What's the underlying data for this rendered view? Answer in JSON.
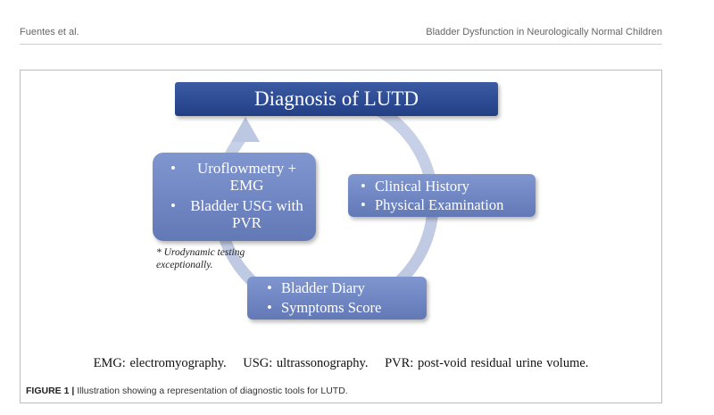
{
  "running_head": {
    "author": "Fuentes et al.",
    "title": "Bladder Dysfunction in Neurologically Normal Children"
  },
  "figure": {
    "title": "Diagnosis of LUTD",
    "left_box": [
      "Uroflowmetry + EMG",
      "Bladder USG with PVR"
    ],
    "right_box": [
      "Clinical History",
      "Physical Examination"
    ],
    "bottom_box": [
      "Bladder Diary",
      "Symptoms Score"
    ],
    "note_line1": "* Urodynamic testing",
    "note_line2": "exceptionally.",
    "abbreviations": [
      "EMG: electromyography.",
      "USG: ultrassonography.",
      "PVR: post-void residual urine volume."
    ],
    "colors": {
      "title_box": "#2c4a92",
      "content_box": "#7088c4",
      "cycle_arrow": "#c8d1e6"
    }
  },
  "caption": {
    "label": "FIGURE 1 |",
    "text": " Illustration showing a representation of diagnostic tools for LUTD."
  }
}
